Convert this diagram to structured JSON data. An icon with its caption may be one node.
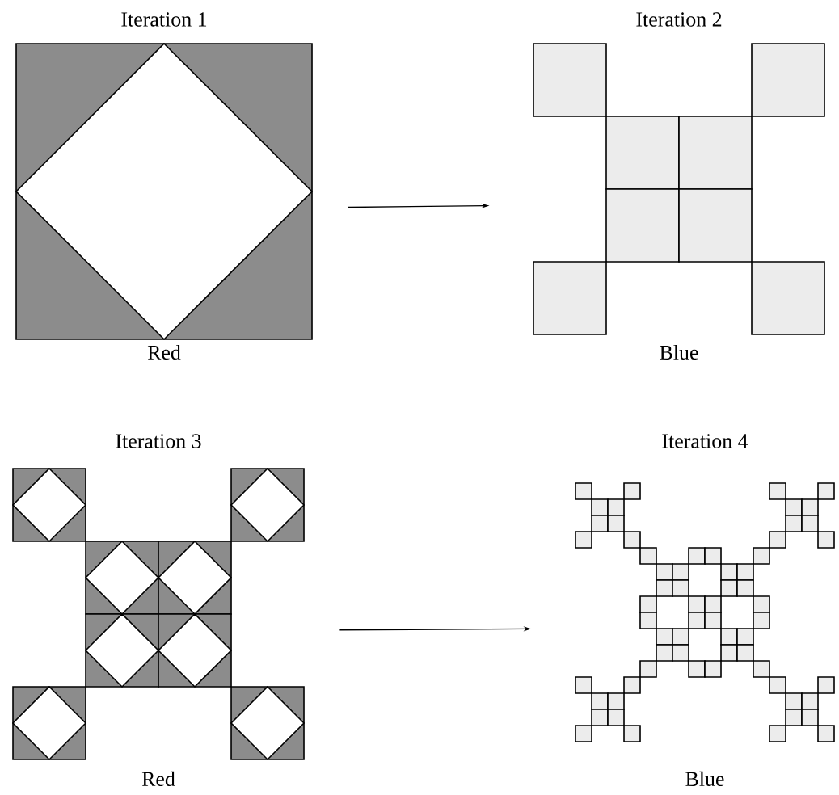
{
  "diagram": {
    "nodes": [
      {
        "text": [
          "Iteration 1"
        ],
        "beside": [
          "Red"
        ]
      },
      {
        "text": [
          "Iteration 2"
        ],
        "beside": [
          "Blue"
        ]
      },
      {
        "text": [
          "Iteration 3"
        ],
        "beside": [
          "Red"
        ]
      },
      {
        "text": [
          "Iteration 4"
        ],
        "beside": [
          "Blue"
        ]
      }
    ],
    "edges": [
      {
        "from": 0,
        "to": 1,
        "arrow": "to"
      },
      {
        "from": 2,
        "to": 3,
        "arrow": "to"
      }
    ]
  }
}
